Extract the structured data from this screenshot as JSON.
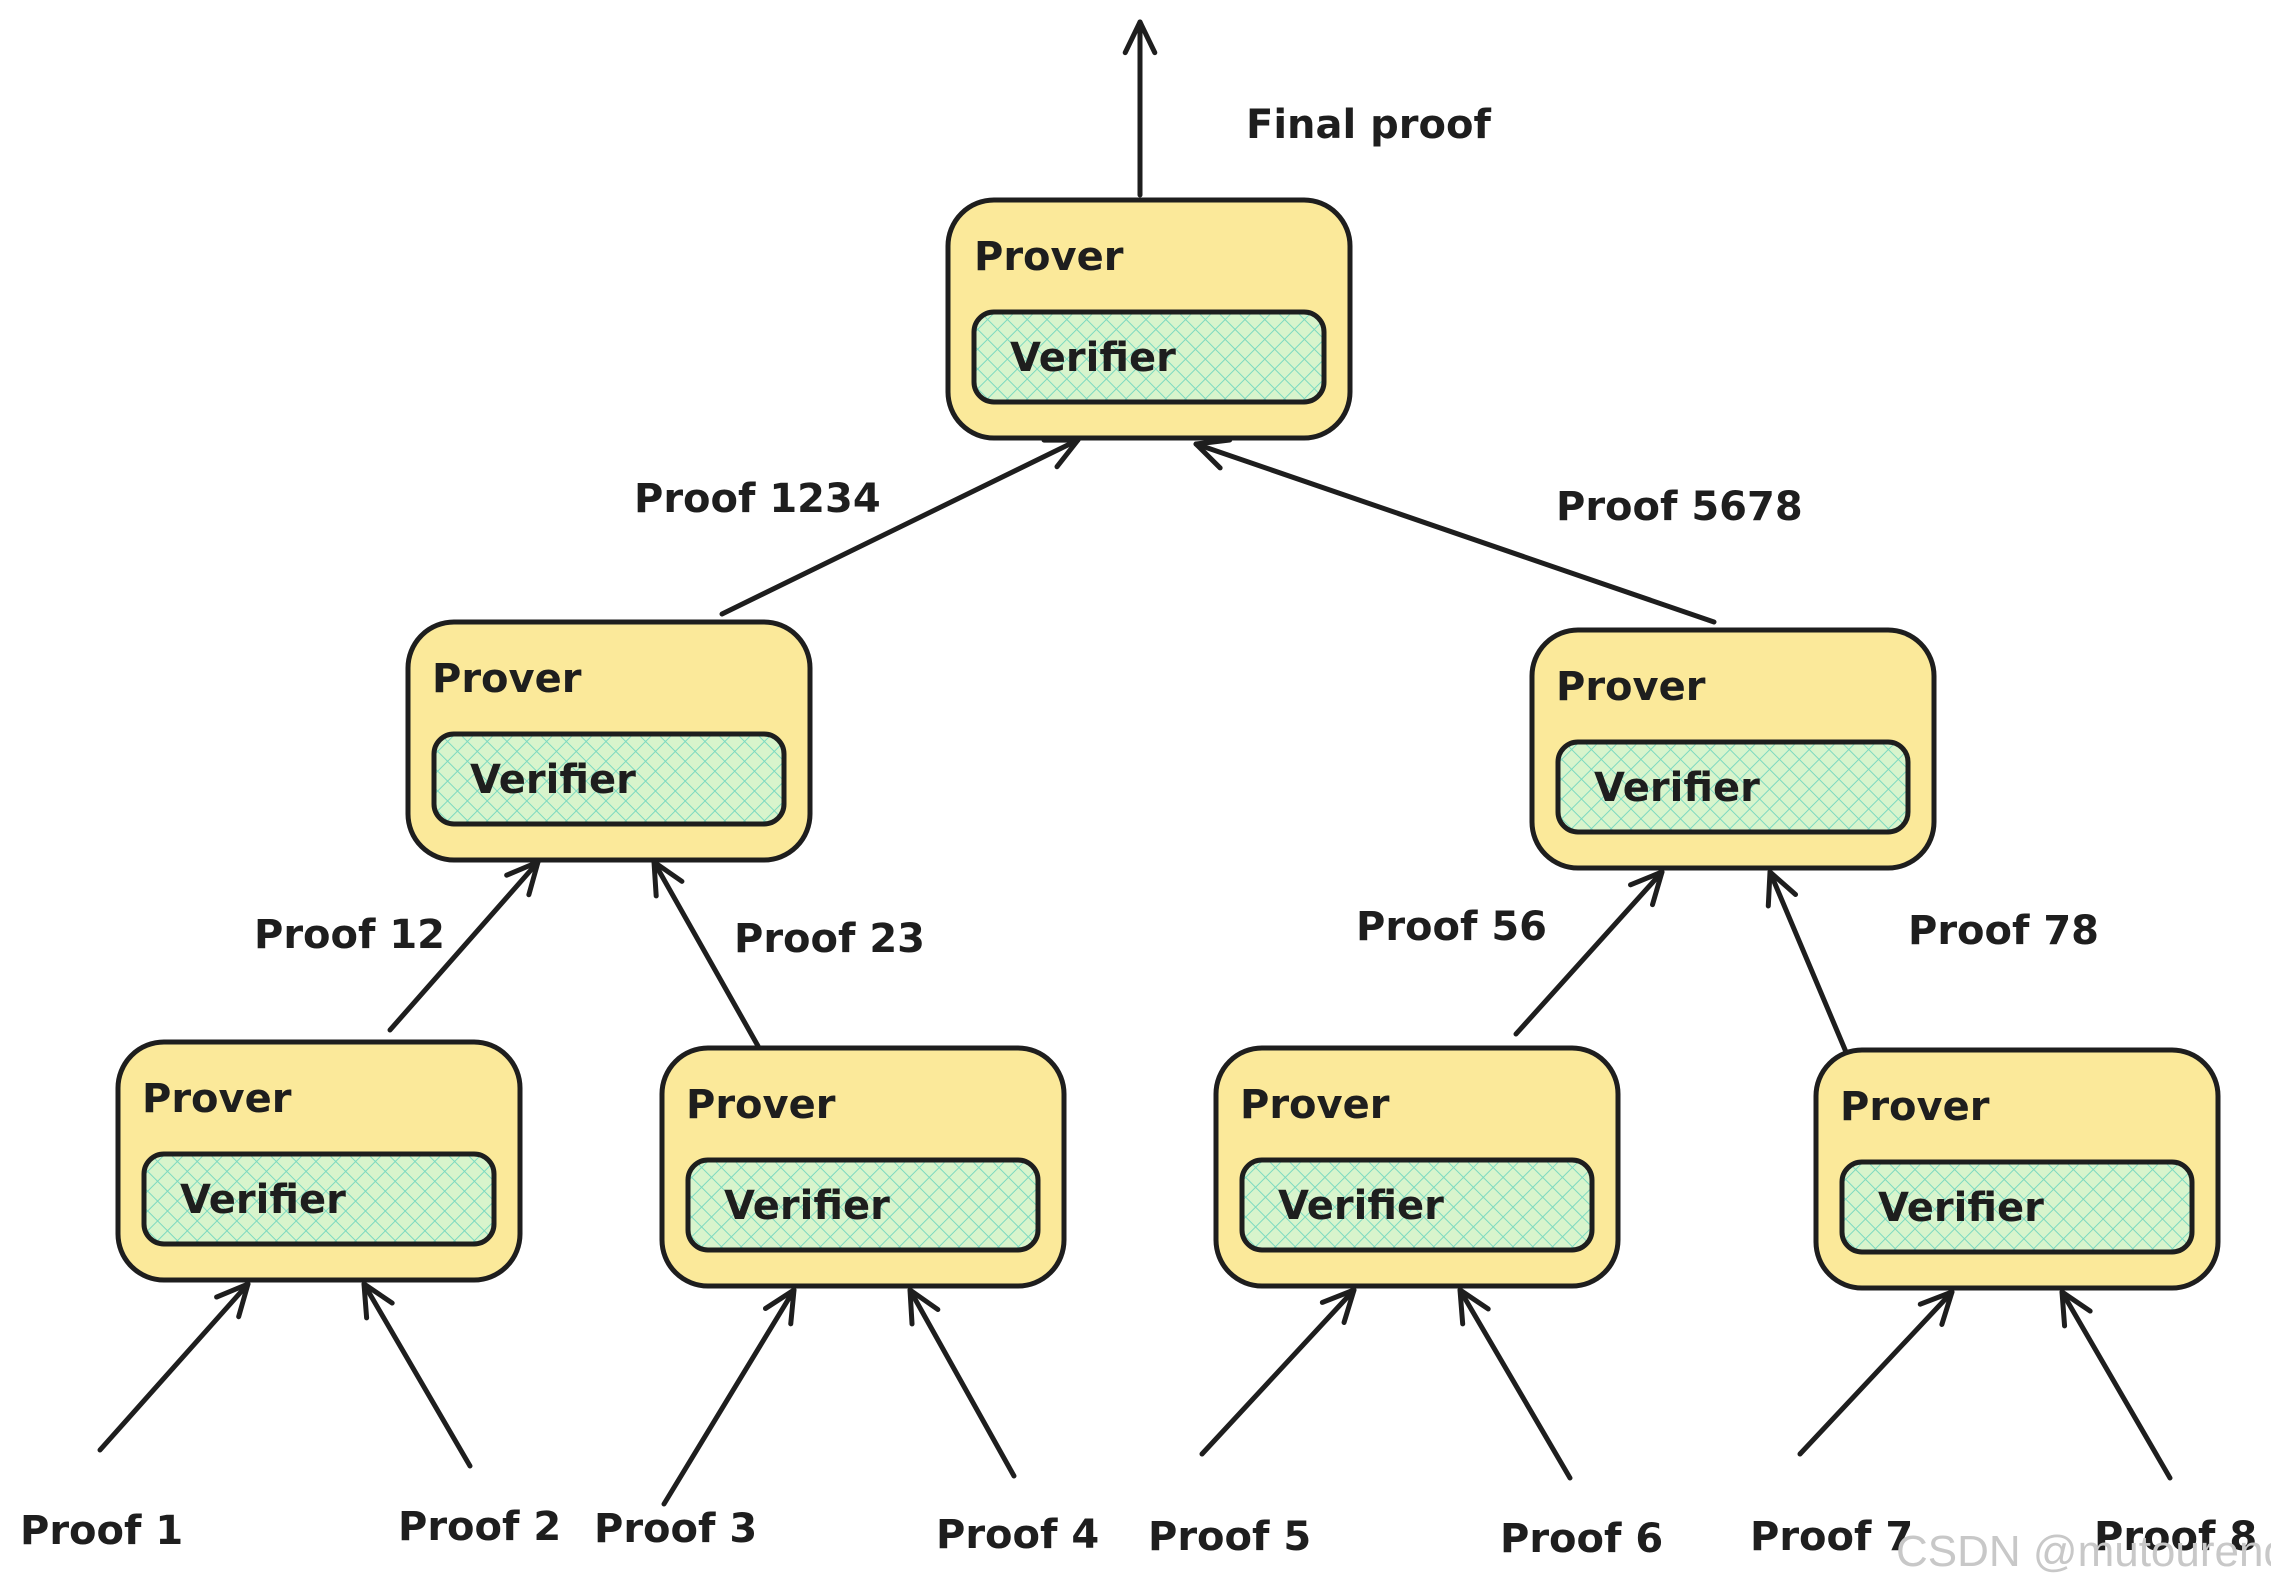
{
  "diagram": {
    "top_label": "Final proof",
    "nodes": [
      {
        "id": "root",
        "title": "Prover",
        "inner": "Verifier"
      },
      {
        "id": "l1-left",
        "title": "Prover",
        "inner": "Verifier"
      },
      {
        "id": "l1-right",
        "title": "Prover",
        "inner": "Verifier"
      },
      {
        "id": "l2-1",
        "title": "Prover",
        "inner": "Verifier"
      },
      {
        "id": "l2-2",
        "title": "Prover",
        "inner": "Verifier"
      },
      {
        "id": "l2-3",
        "title": "Prover",
        "inner": "Verifier"
      },
      {
        "id": "l2-4",
        "title": "Prover",
        "inner": "Verifier"
      }
    ],
    "edge_labels": {
      "p1234": "Proof 1234",
      "p5678": "Proof 5678",
      "p12": "Proof 12",
      "p23": "Proof 23",
      "p56": "Proof 56",
      "p78": "Proof 78"
    },
    "leaves": [
      "Proof 1",
      "Proof 2",
      "Proof 3",
      "Proof 4",
      "Proof 5",
      "Proof 6",
      "Proof 7",
      "Proof 8"
    ]
  },
  "watermark": "CSDN @mutourend",
  "colors": {
    "node_fill": "#fbe99a",
    "node_stroke": "#1e1e1e",
    "inner_fill": "#d3f5c8",
    "hatch": "#7dd9c0",
    "stroke": "#1e1e1e"
  }
}
